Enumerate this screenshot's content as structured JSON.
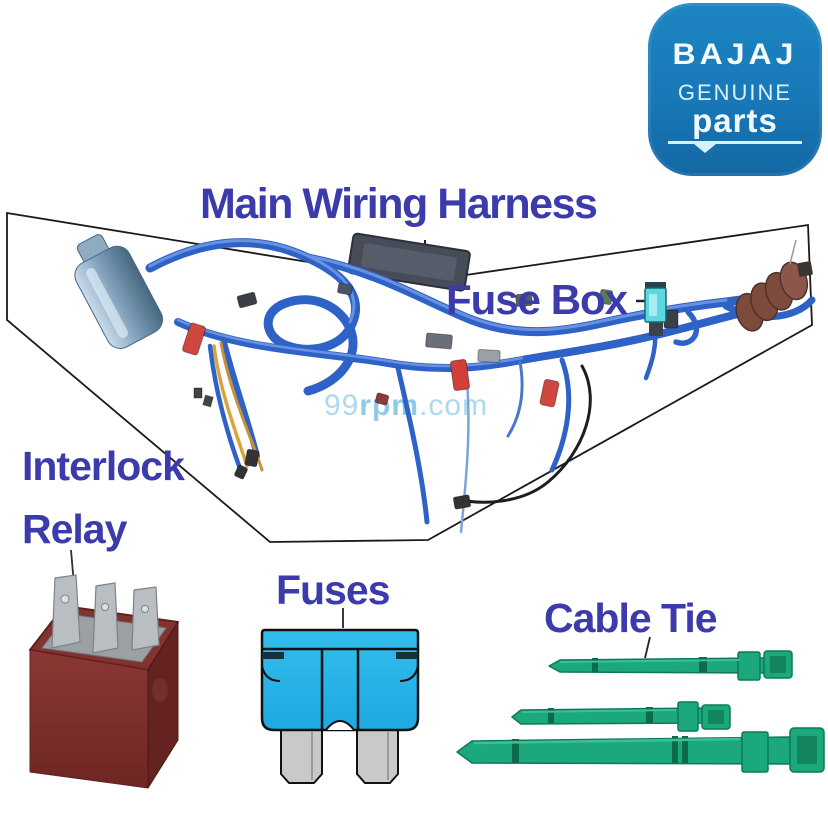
{
  "logo": {
    "brand": "BAJAJ",
    "subtitle": "GENUINE",
    "product_line": "parts",
    "bg_color": "#1878B8"
  },
  "diagram": {
    "title": "Main Wiring Harness",
    "fuse_box_label": "Fuse Box"
  },
  "part_labels": {
    "interlock_relay_line1": "Interlock",
    "interlock_relay_line2": "Relay",
    "fuses": "Fuses",
    "cable_tie": "Cable Tie"
  },
  "watermark": {
    "prefix": "99",
    "mid": "rpm",
    "suffix": ".com"
  },
  "colors": {
    "label_text": "#3B3BAB",
    "harness_blue": "#2F62C6",
    "fuse_cyan": "#29B6E8",
    "relay_maroon": "#7E2F2B",
    "cable_tie_green": "#1BA87D",
    "logo_blue": "#1878B8"
  }
}
